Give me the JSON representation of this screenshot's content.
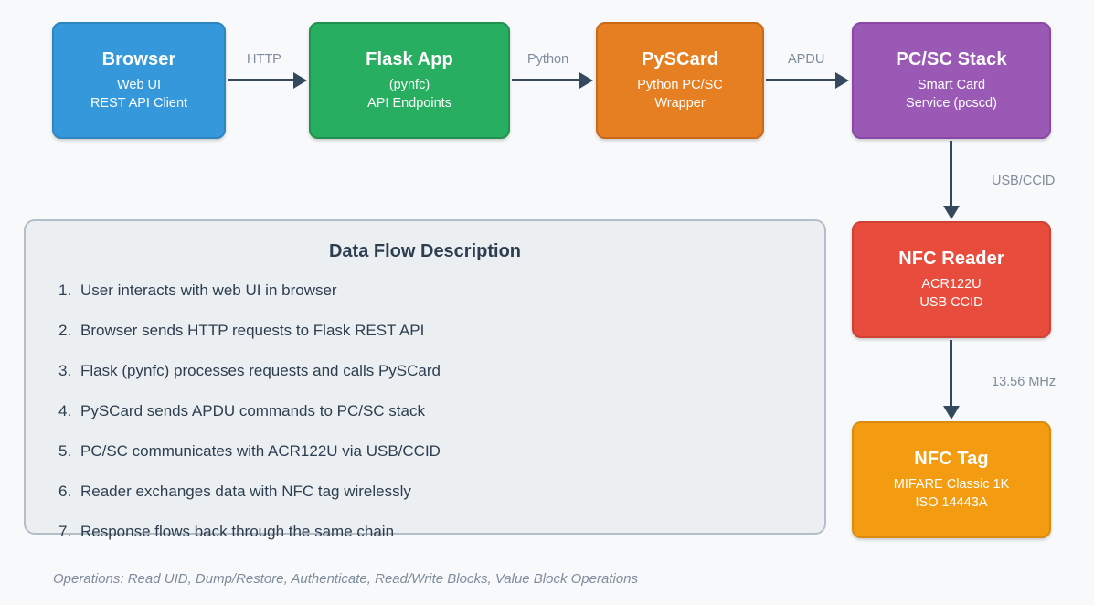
{
  "theme": {
    "page_bg": "#f7f9fb",
    "arrow_color": "#34495e",
    "edge_label_color": "#7f8c9b",
    "panel_bg": "#eceff1",
    "panel_border": "#b4bec6",
    "text_dark": "#2c3e50"
  },
  "nodes": {
    "browser": {
      "title": "Browser",
      "sub1": "Web UI",
      "sub2": "REST API Client",
      "color": "#3498db"
    },
    "flask": {
      "title": "Flask App",
      "sub1": "(pynfc)",
      "sub2": "API Endpoints",
      "color": "#27ae60"
    },
    "pyscard": {
      "title": "PySCard",
      "sub1": "Python PC/SC",
      "sub2": "Wrapper",
      "color": "#e67e22"
    },
    "pcsc": {
      "title": "PC/SC Stack",
      "sub1": "Smart Card",
      "sub2": "Service (pcscd)",
      "color": "#9b59b6"
    },
    "reader": {
      "title": "NFC Reader",
      "sub1": "ACR122U",
      "sub2": "USB CCID",
      "color": "#e74c3c"
    },
    "tag": {
      "title": "NFC Tag",
      "sub1": "MIFARE Classic 1K",
      "sub2": "ISO 14443A",
      "color": "#f39c12"
    }
  },
  "edges": {
    "browser_to_flask": "HTTP",
    "flask_to_pyscard": "Python",
    "pyscard_to_pcsc": "APDU",
    "pcsc_to_reader": "USB/CCID",
    "reader_to_tag": "13.56 MHz"
  },
  "panel": {
    "title": "Data Flow Description",
    "steps": [
      {
        "num": "1.",
        "text": "User interacts with web UI in browser"
      },
      {
        "num": "2.",
        "text": "Browser sends HTTP requests to Flask REST API"
      },
      {
        "num": "3.",
        "text": "Flask (pynfc) processes requests and calls PySCard"
      },
      {
        "num": "4.",
        "text": "PySCard sends APDU commands to PC/SC stack"
      },
      {
        "num": "5.",
        "text": "PC/SC communicates with ACR122U via USB/CCID"
      },
      {
        "num": "6.",
        "text": "Reader exchanges data with NFC tag wirelessly"
      },
      {
        "num": "7.",
        "text": "Response flows back through the same chain"
      }
    ]
  },
  "footer": {
    "note": "Operations: Read UID, Dump/Restore, Authenticate, Read/Write Blocks, Value Block Operations"
  }
}
